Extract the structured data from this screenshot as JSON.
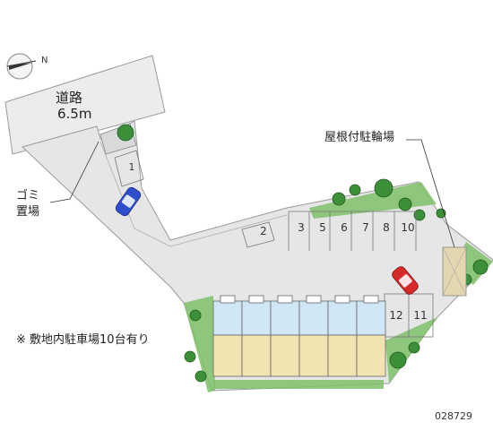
{
  "road": {
    "name": "道路",
    "width": "6.5m"
  },
  "labels": {
    "garbage_line1": "ゴミ",
    "garbage_line2": "置場",
    "bicycle_parking": "屋根付駐輪場",
    "note": "※ 敷地内駐車場10台有り",
    "property_code": "028729",
    "compass_letter": "N"
  },
  "parking_spaces": [
    "1",
    "2",
    "3",
    "5",
    "6",
    "7",
    "8",
    "10",
    "11",
    "12"
  ],
  "apartment_units": 6,
  "colors": {
    "site_fill": "#e6e6e6",
    "road_fill": "#ececec",
    "building_top": "#cfe6f5",
    "building_bottom": "#f2e3b3",
    "car_blue": "#2f4ecb",
    "car_red": "#d42a2a",
    "tree_green": "#3d8f3a",
    "grass_green": "#7fbf6a",
    "bike_roof": "#e3d7b0"
  }
}
